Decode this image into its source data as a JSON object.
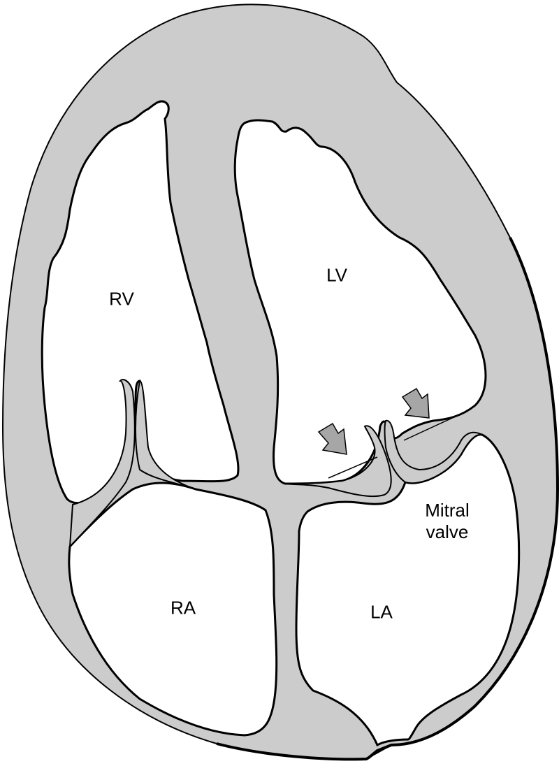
{
  "labels": {
    "rv": "RV",
    "lv": "LV",
    "ra": "RA",
    "la": "LA",
    "mitral_line1": "Mitral",
    "mitral_line2": "valve"
  },
  "colors": {
    "tissue": "#cccccc",
    "outline": "#000000",
    "chamber": "#ffffff",
    "arrow": "#a6a6a6"
  },
  "icons": {
    "arrow": "arrow-down-right-icon"
  }
}
